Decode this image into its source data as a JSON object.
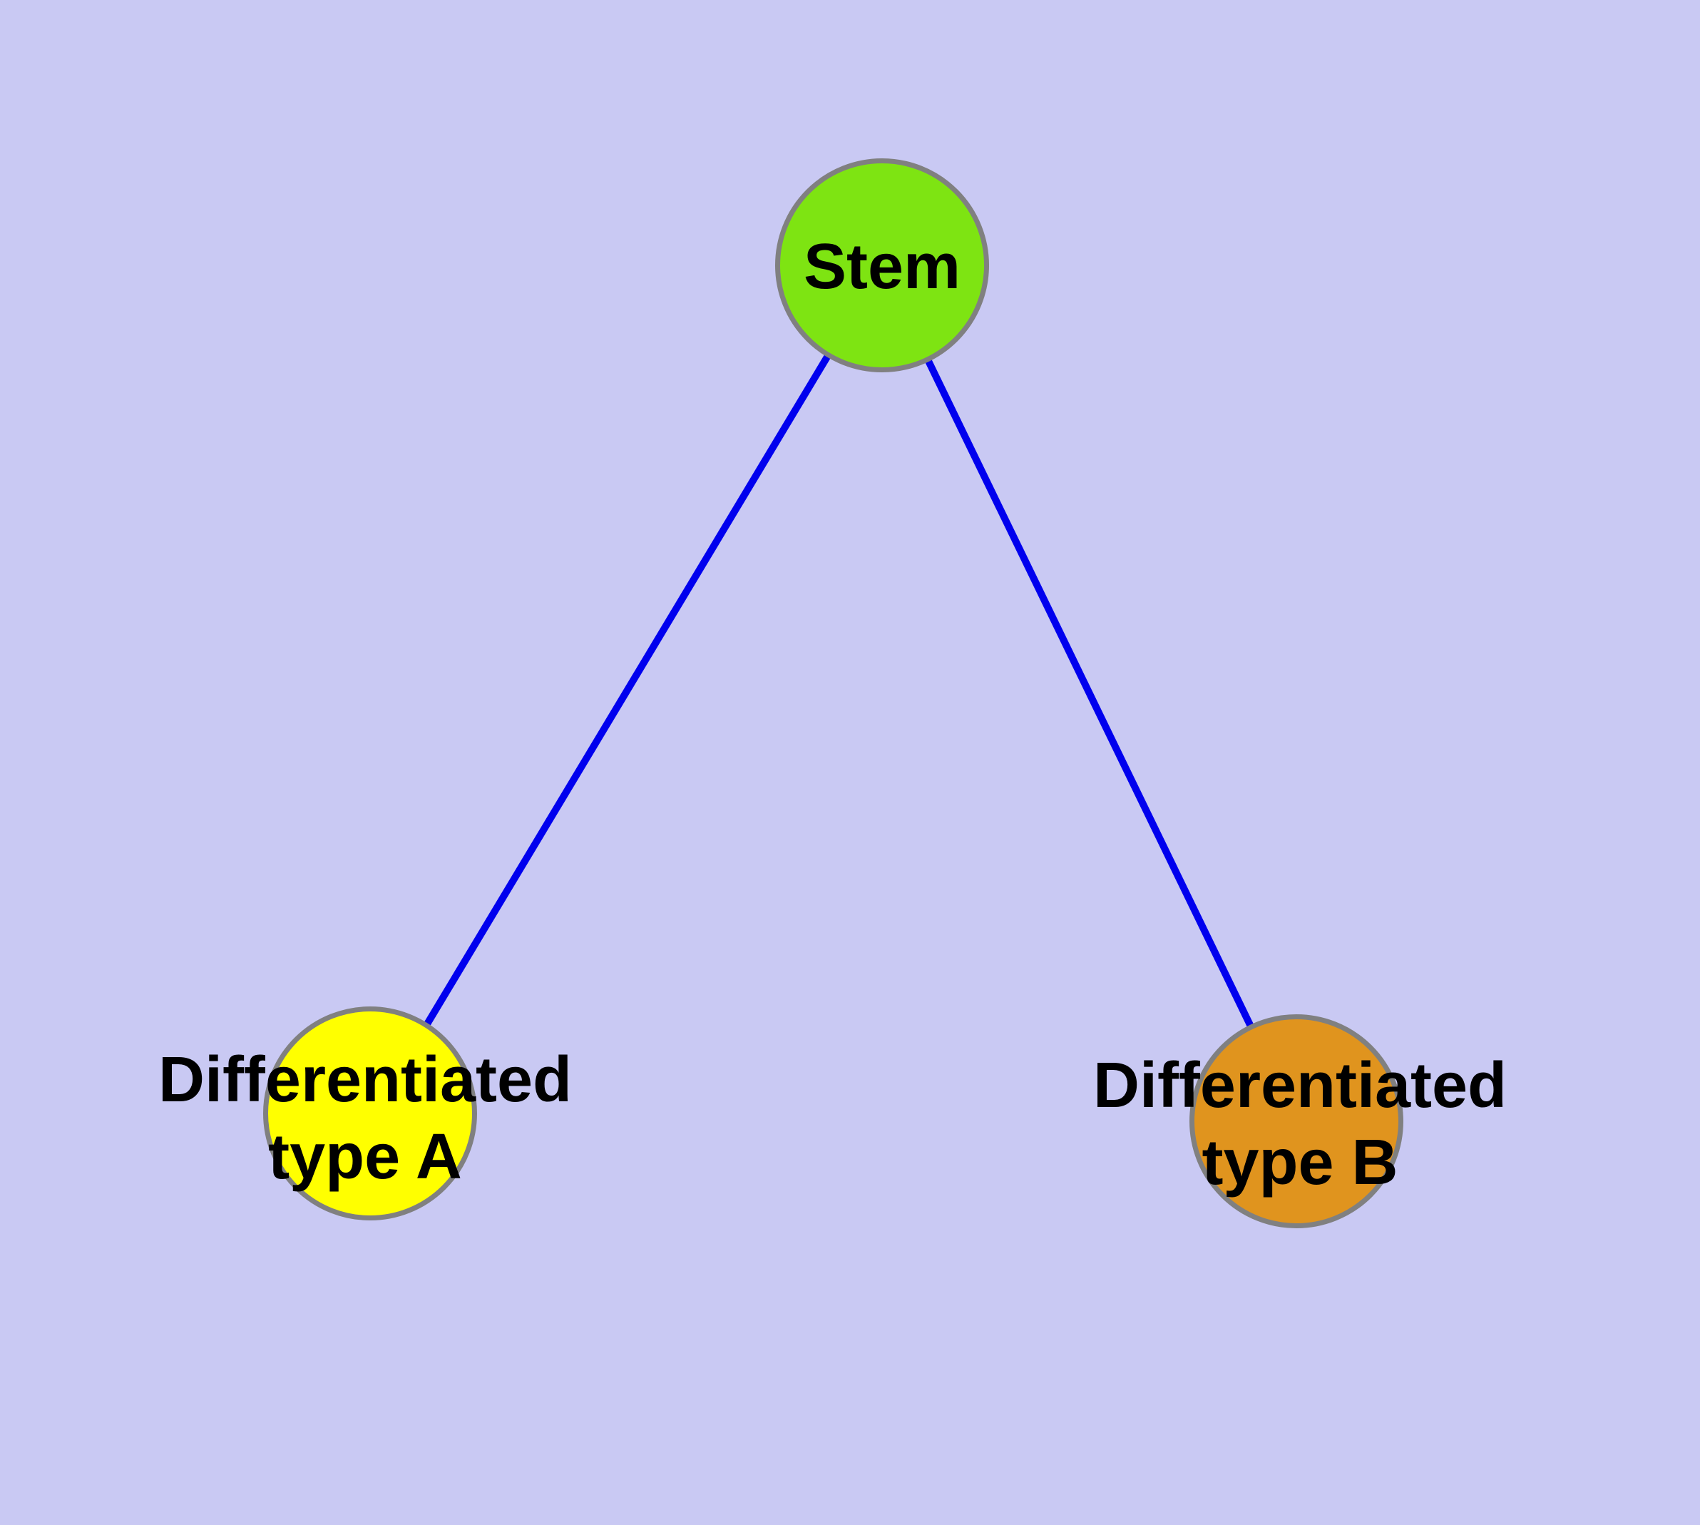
{
  "diagram": {
    "background_color": "#C9C9F3",
    "edge_color": "#0000EE",
    "node_border_color": "#808080",
    "text_color": "#000000",
    "nodes": [
      {
        "id": "stem",
        "label": "Stem",
        "fill": "#7EE412"
      },
      {
        "id": "typeA",
        "label": "Differentiated\ntype A",
        "fill": "#FFFF00"
      },
      {
        "id": "typeB",
        "label": "Differentiated\ntype B",
        "fill": "#E0941E"
      }
    ],
    "edges": [
      {
        "from": "Stem",
        "to": "Differentiated type A"
      },
      {
        "from": "Stem",
        "to": "Differentiated type B"
      }
    ]
  }
}
